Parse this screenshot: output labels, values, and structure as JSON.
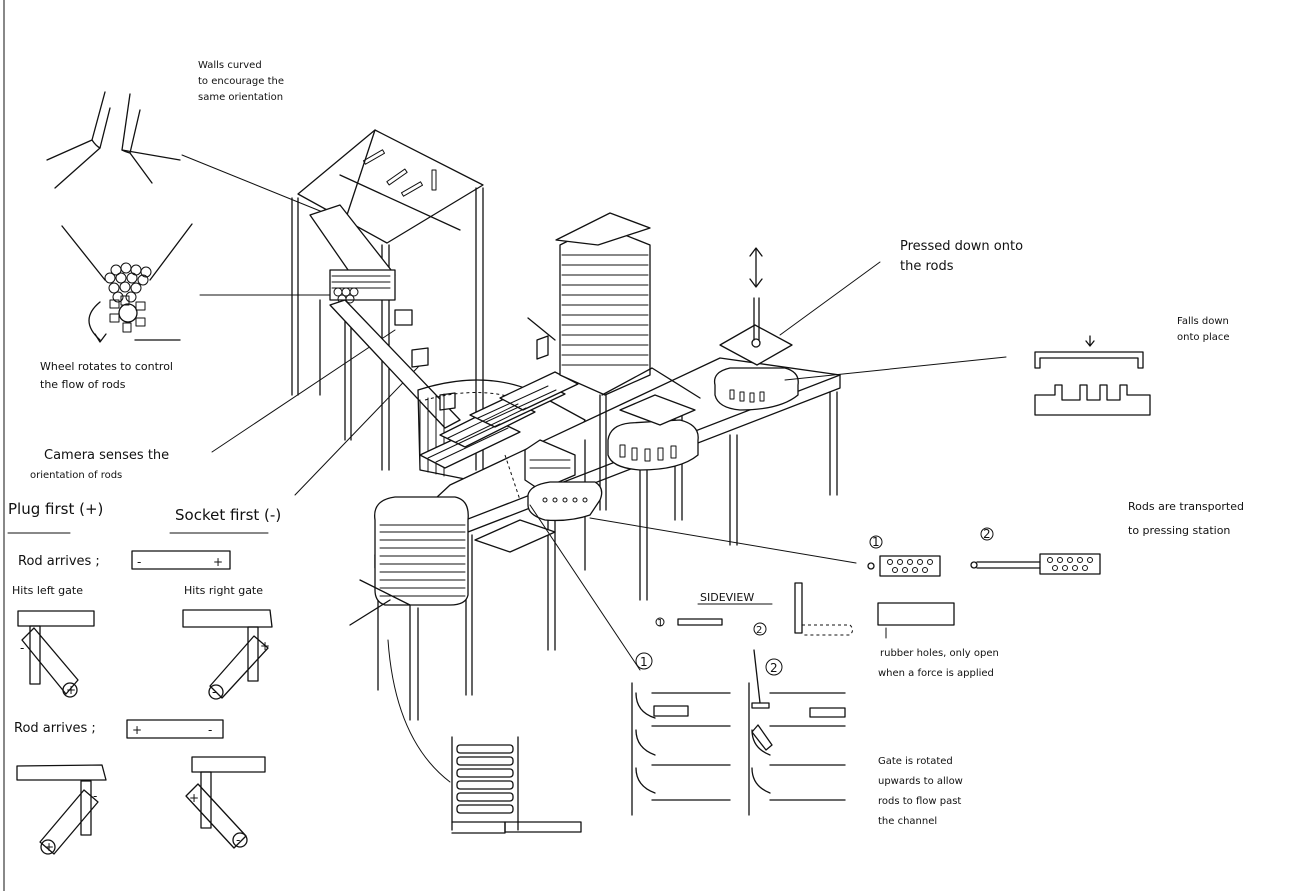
{
  "annotations": {
    "walls_curved": [
      "Walls curved",
      "to encourage the",
      "same orientation"
    ],
    "wheel_rotates": [
      "Wheel rotates to control",
      "the flow of rods"
    ],
    "camera_senses": [
      "Camera senses the",
      "orientation of rods"
    ],
    "pressed_down": [
      "Pressed down onto",
      "the rods"
    ],
    "falls_down": [
      "Falls down",
      "onto place"
    ],
    "rods_transported": [
      "Rods are transported",
      "to pressing station"
    ],
    "rubber_holes": [
      "rubber holes, only open",
      "when a force is applied"
    ],
    "gate_rotated": [
      "Gate is rotated",
      "upwards to allow",
      "rods to flow past",
      "the channel"
    ],
    "sideview": "SIDEVIEW"
  },
  "logic": {
    "plug_first": "Plug first (+)",
    "socket_first": "Socket first (-)",
    "rod_arrives": "Rod arrives ;",
    "hits_left_gate": "Hits left gate",
    "hits_right_gate": "Hits right gate",
    "plus": "+",
    "minus": "-"
  },
  "steps": {
    "step1": "1",
    "step2": "2"
  }
}
